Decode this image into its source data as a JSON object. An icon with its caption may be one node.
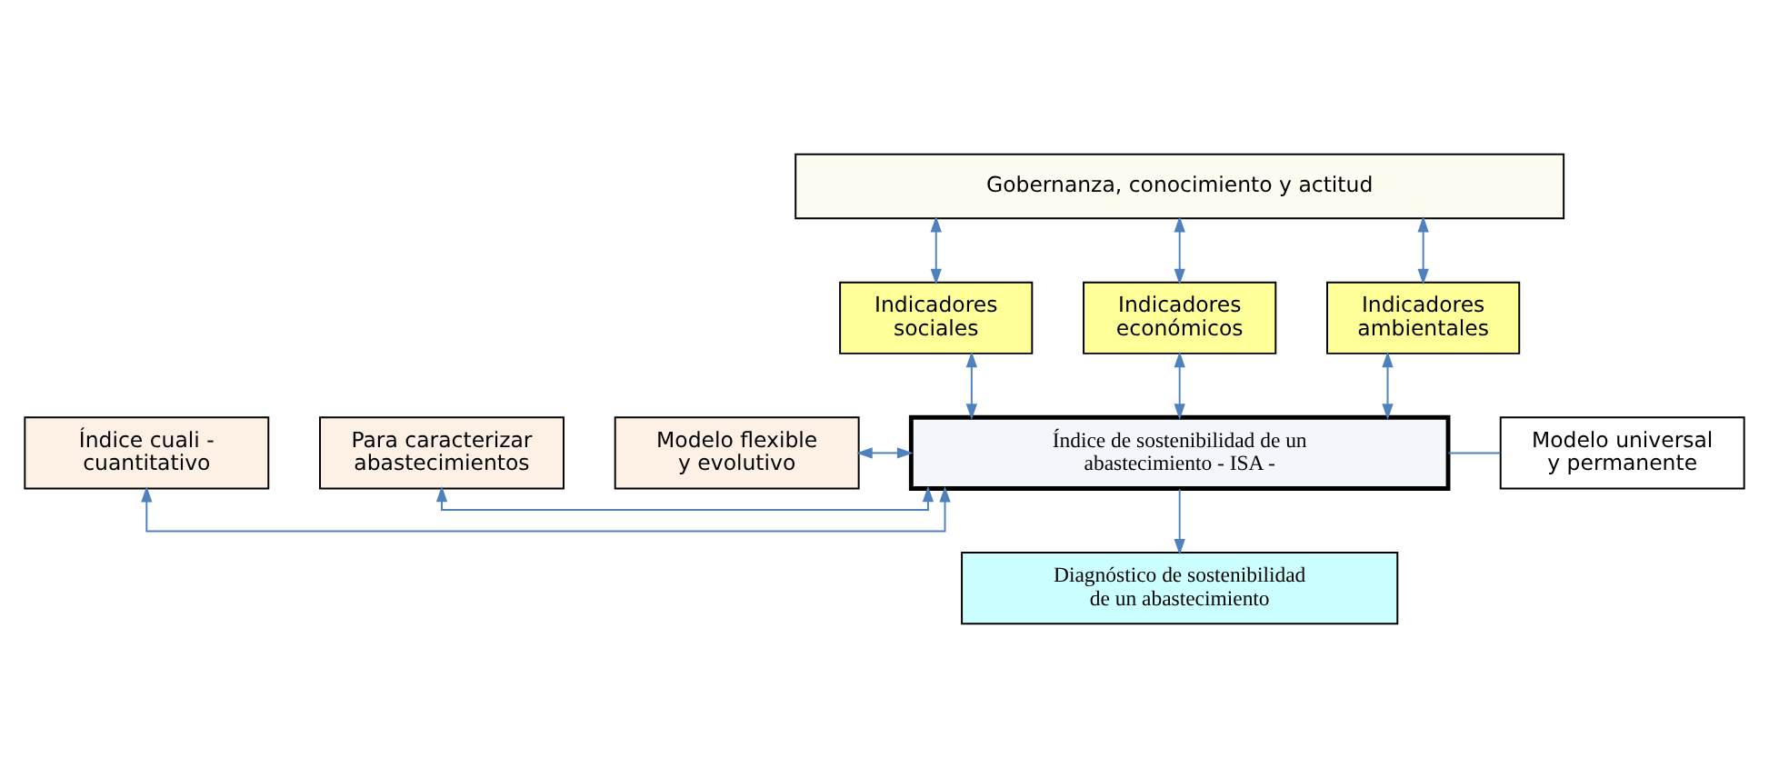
{
  "diagram": {
    "nodes": [
      {
        "text": [
          "Diagnóstico de sostenibilidad de un abastecimiento"
        ]
      },
      {
        "text": [
          "Índice de sostenibilidad de un abastecimiento - ISA -"
        ]
      },
      {
        "text": [
          "Índice cuali - cuantitativo"
        ]
      },
      {
        "text": [
          "Para caracterizar abastecimientos"
        ]
      },
      {
        "text": [
          "Modelo flexible y evolutivo"
        ]
      },
      {
        "text": [
          "Modelo universal y permanente"
        ]
      },
      {
        "text": [
          "Indicadores sociales"
        ]
      },
      {
        "text": [
          "Indicadores económicos"
        ]
      },
      {
        "text": [
          "Indicadores ambientales"
        ]
      },
      {
        "text": [
          "Gobernanza, conocimiento y actitud"
        ]
      }
    ],
    "edges": [
      {
        "from": 1,
        "to": 0,
        "arrow": "to"
      },
      {
        "from": 2,
        "to": 1,
        "arrow": "both"
      },
      {
        "from": 3,
        "to": 1,
        "arrow": "both"
      },
      {
        "from": 4,
        "to": 1,
        "arrow": "both"
      },
      {
        "from": 1,
        "to": 5,
        "arrow": "none"
      },
      {
        "from": 6,
        "to": 1,
        "arrow": "both"
      },
      {
        "from": 7,
        "to": 1,
        "arrow": "both"
      },
      {
        "from": 8,
        "to": 1,
        "arrow": "both"
      },
      {
        "from": 9,
        "to": 6,
        "arrow": "both"
      },
      {
        "from": 9,
        "to": 7,
        "arrow": "both"
      },
      {
        "from": 9,
        "to": 8,
        "arrow": "both"
      }
    ]
  }
}
